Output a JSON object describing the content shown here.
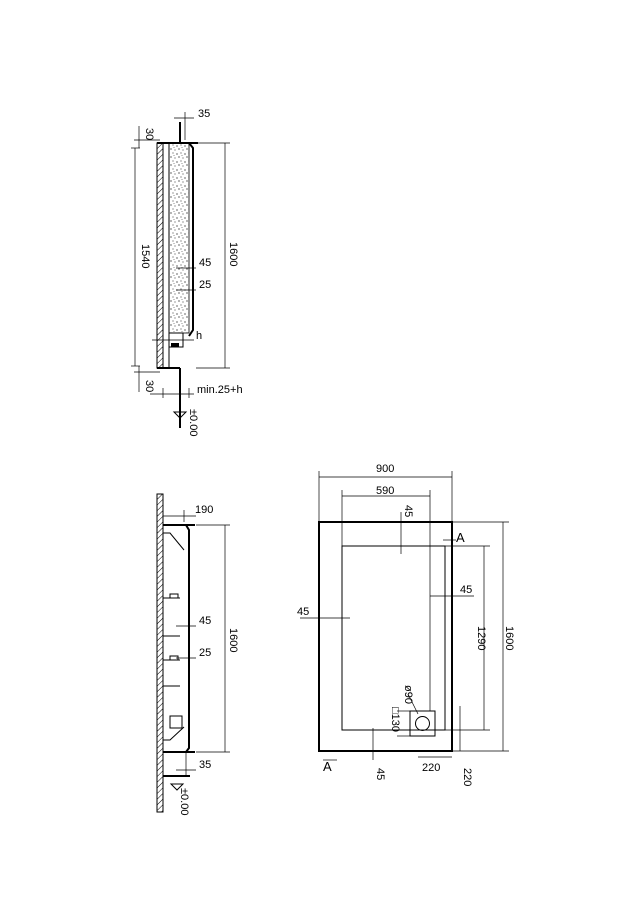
{
  "section_top": {
    "dim_35": "35",
    "dim_30_top": "30",
    "dim_1540": "1540",
    "dim_1600": "1600",
    "dim_45": "45",
    "dim_25": "25",
    "dim_h": "h",
    "dim_30_bottom": "30",
    "dim_min": "min.25+h",
    "level": "±0.00"
  },
  "section_bottom": {
    "dim_190": "190",
    "dim_45": "45",
    "dim_1600": "1600",
    "dim_25": "25",
    "dim_35": "35",
    "level": "±0.00"
  },
  "plan": {
    "dim_900": "900",
    "dim_590": "590",
    "dim_45_top": "45",
    "dim_45_left": "45",
    "dim_45_right": "45",
    "dim_1290": "1290",
    "dim_1600": "1600",
    "dim_diameter": "ø90",
    "dim_square": "□130",
    "dim_45_bottom": "45",
    "dim_220_h": "220",
    "dim_220_v": "220",
    "section_mark_top": "A",
    "section_mark_bottom": "A"
  }
}
